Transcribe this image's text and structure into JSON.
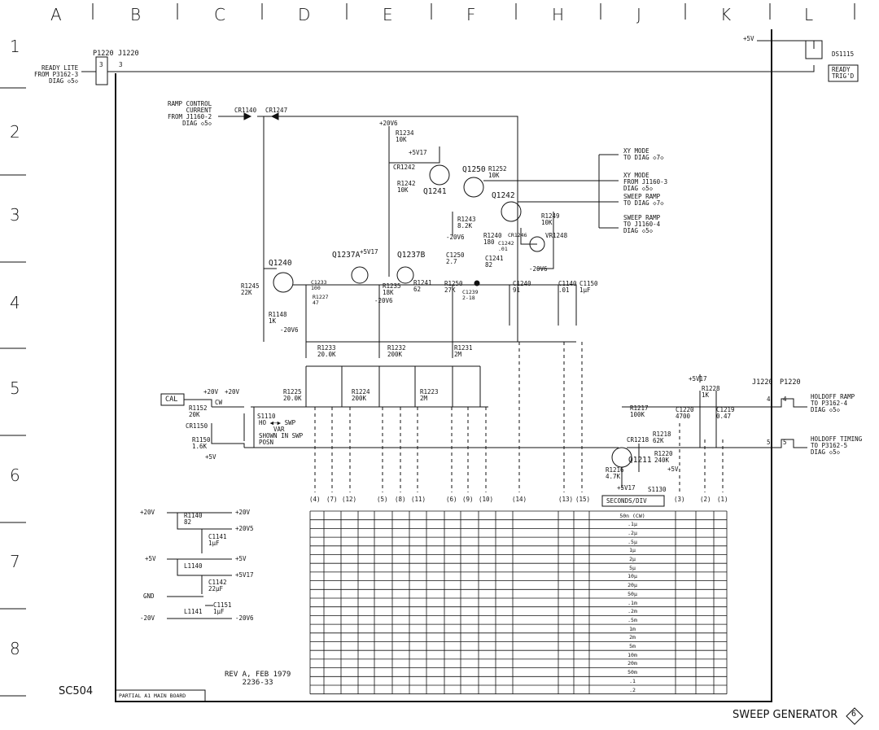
{
  "grid": {
    "columns": [
      "A",
      "B",
      "C",
      "D",
      "E",
      "F",
      "H",
      "J",
      "K",
      "L"
    ],
    "rows": [
      "1",
      "2",
      "3",
      "4",
      "5",
      "6",
      "7",
      "8"
    ]
  },
  "labels": {
    "ready_lite": "READY LITE\nFROM P3162-3\nDIAG ◇5◇",
    "p1220_top": "P1220",
    "j1220_top": "J1220",
    "pin3a": "3",
    "pin3b": "3",
    "plus5v_top": "+5V",
    "ds1115": "DS1115",
    "ready_trig": "READY\nTRIG'D",
    "ramp_control": "RAMP CONTROL\nCURRENT\nFROM J1160-2\nDIAG ◇5◇",
    "cr1140": "CR1140",
    "cr1247": "CR1247",
    "plus20v6": "+20V6",
    "r1234": "R1234\n10K",
    "plus5v17_a": "+5V17",
    "cr1242": "CR1242",
    "r1242": "R1242\n10K",
    "q1241": "Q1241",
    "q1250": "Q1250",
    "r1252": "R1252\n10K",
    "q1242": "Q1242",
    "r1243": "R1243\n8.2K",
    "minus20v6_a": "-20V6",
    "r1249": "R1249\n10K",
    "r1240": "R1240\n180",
    "cr1246": "CR1246",
    "c1242": "C1242\n.01",
    "vr1248": "VR1248",
    "minus20v6_b": "-20V6",
    "xy_mode_to": "XY MODE\nTO DIAG ◇7◇",
    "xy_mode_from": "XY MODE\nFROM J1160-3\nDIAG ◇5◇",
    "sweep_ramp_diag": "SWEEP RAMP\nTO DIAG ◇7◇",
    "sweep_ramp_j": "SWEEP RAMP\nTO J1160-4\nDIAG ◇5◇",
    "q1240": "Q1240",
    "r1245": "R1245\n22K",
    "r1148": "R1148\n1K",
    "minus20v6_c": "-20V6",
    "q1237a": "Q1237A",
    "plus5v17_b": "+5V17",
    "q1237b": "Q1237B",
    "c1233": "C1233\n100",
    "r1227": "R1227\n47",
    "r1235": "R1235\n18K",
    "minus20v6_d": "-20V6",
    "r1241": "R1241\n62",
    "c1250": "C1250\n2.7",
    "r1250": "R1250\n27K",
    "c1241": "C1241\n82",
    "c1239": "C1239\n2-18",
    "c1240": "C1240\n91",
    "c1140": "C1140\n.01",
    "c1150": "C1150\n1μF",
    "r1233": "R1233\n20.0K",
    "r1232": "R1232\n200K",
    "r1231": "R1231\n2M",
    "r1225": "R1225\n20.0K",
    "r1224": "R1224\n200K",
    "r1223": "R1223\n2M",
    "cal": "CAL",
    "plus20v_a": "+20V",
    "plus20v_b": "+20V",
    "r1152": "R1152\n20K",
    "cw": "CW",
    "cr1150": "CR1150",
    "r1150": "R1150\n1.6K",
    "plus5v_c": "+5V",
    "s1110": "S1110",
    "ho_swp": "HO ◀—▶ SWP",
    "var": "VAR",
    "shown_in": "SHOWN IN SWP\nPOSN",
    "plus5v17_c": "+5V17",
    "r1228": "R1228\n1K",
    "r1217": "R1217\n100K",
    "c1220": "C1220\n4700",
    "c1219": "C1219\n0.47",
    "r1218": "R1218\n62K",
    "r1220": "R1220\n240K",
    "cr1218": "CR1218",
    "q1211": "Q1211",
    "r1216": "R1216\n4.7K",
    "plus5v_d": "+5V",
    "plus5v17_d": "+5V17",
    "s1130": "S1130",
    "j1220_b": "J1220",
    "p1220_b": "P1220",
    "pin4a": "4",
    "pin4b": "4",
    "pin5a": "5",
    "pin5b": "5",
    "holdoff_ramp": "HOLDOFF RAMP\nTO P3162-4\nDIAG ◇5◇",
    "holdoff_timing": "HOLDOFF TIMING\nTO P3162-5\nDIAG ◇5◇",
    "sc504": "SC504",
    "partial_board": "PARTIAL A1 MAIN BOARD",
    "rev": "REV A, FEB 1979\n2236-33",
    "footer_title": "SWEEP GENERATOR",
    "footer_diag": "6",
    "pwr_plus20v": "+20V",
    "r1140": "R1140\n82",
    "pwr_out_plus20v": "+20V",
    "pwr_out_plus20v5": "+20V5",
    "c1141": "C1141\n1μF",
    "pwr_plus5v": "+5V",
    "l1140": "L1140",
    "pwr_out_plus5v": "+5V",
    "pwr_out_plus5v17": "+5V17",
    "c1142": "C1142\n22μF",
    "pwr_gnd": "GND",
    "c1151": "C1151\n1μF",
    "pwr_minus20v": "-20V",
    "l1141": "L1141",
    "pwr_out_minus20v6": "-20V6"
  },
  "switch_table": {
    "title": "SECONDS/DIV",
    "columns": [
      "(4)",
      "(7)",
      "(12)",
      "(5)",
      "(8)",
      "(11)",
      "(6)",
      "(9)",
      "(10)",
      "(14)",
      "(13)",
      "(15)",
      "(3)",
      "(2)",
      "(1)"
    ],
    "rows": [
      "50n (CW)",
      ".1μ",
      ".2μ",
      ".5μ",
      "1μ",
      "2μ",
      "5μ",
      "10μ",
      "20μ",
      "50μ",
      ".1m",
      ".2m",
      ".5m",
      "1m",
      "2m",
      "5m",
      "10m",
      "20m",
      "50m",
      ".1",
      ".2"
    ]
  }
}
